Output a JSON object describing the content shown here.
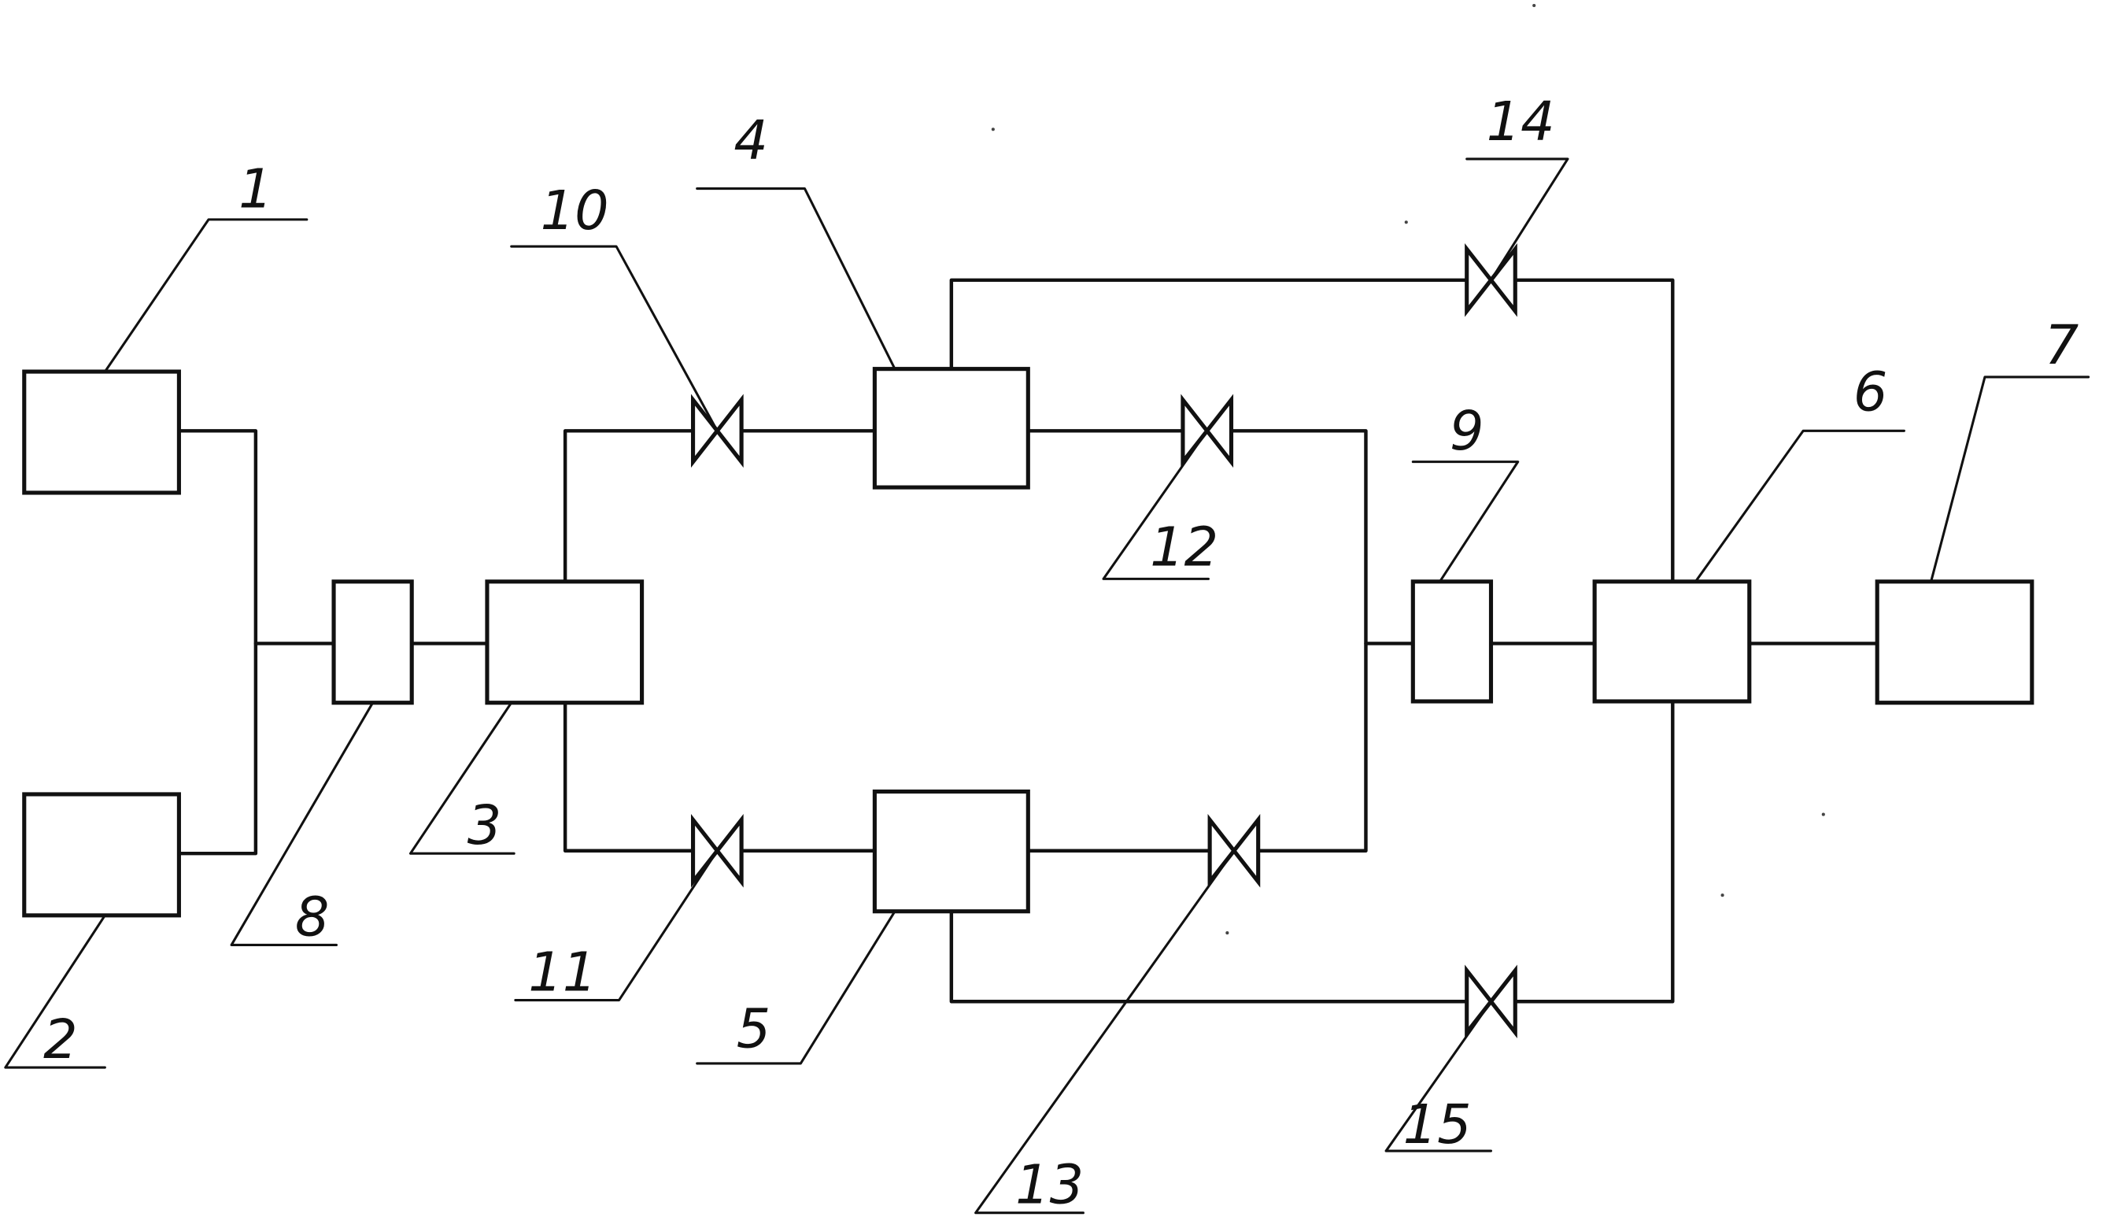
{
  "component_labels": {
    "c1": "1",
    "c2": "2",
    "c3": "3",
    "c4": "4",
    "c5": "5",
    "c6": "6",
    "c7": "7",
    "c8": "8",
    "c9": "9",
    "c10": "10",
    "c11": "11",
    "c12": "12",
    "c13": "13",
    "c14": "14",
    "c15": "15"
  }
}
